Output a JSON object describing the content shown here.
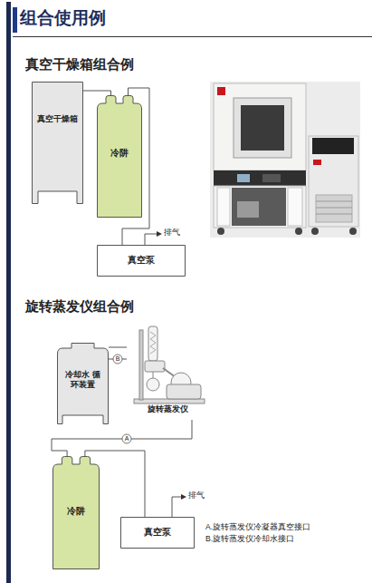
{
  "diagram": {
    "title": "组合使用例",
    "nodes": [
      {
        "text": [
          "真空干燥箱"
        ]
      },
      {
        "text": [
          "冷阱"
        ]
      },
      {
        "text": [
          "真空泵"
        ]
      },
      {
        "text": [
          "冷却水 循环装置"
        ]
      },
      {
        "text": [
          "旋转蒸发仪"
        ]
      },
      {
        "text": [
          "冷阱"
        ]
      },
      {
        "text": [
          "真空泵"
        ]
      }
    ],
    "edges": [
      {
        "from": 0,
        "to": 1,
        "arrow": "none"
      },
      {
        "from": 1,
        "to": 2,
        "arrow": "none"
      },
      {
        "from": 3,
        "to": 4,
        "arrow": "none"
      },
      {
        "from": 3,
        "to": 4,
        "label": "B",
        "arrow": "none"
      },
      {
        "from": 4,
        "to": 5,
        "label": "A",
        "arrow": "none"
      },
      {
        "from": 5,
        "to": 6,
        "arrow": "none"
      }
    ],
    "labels": [
      "真空干燥箱组合例",
      "排气",
      "旋转蒸发仪组合例",
      "排气",
      "A.旋转蒸发仪冷凝器真空接口",
      "B.旋转蒸发仪冷却水接口"
    ]
  }
}
